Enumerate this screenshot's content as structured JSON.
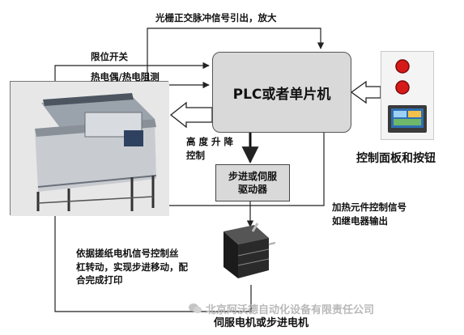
{
  "labels": {
    "plc_box": "PLC或者单片机",
    "driver_line1": "步进或伺服",
    "driver_line2": "驱动器",
    "orthogonal_signal": "光栅正交脉冲信号引出，放大",
    "limit_switch": "限位开关",
    "thermocouple": "热电偶/热电阻测",
    "height_line1": "高 度 升 降",
    "height_line2": "控制",
    "panel_buttons": "控制面板和按钮",
    "heating_line1": "加热元件控制信号",
    "heating_line2": "如继电器输出",
    "motor_note_line1": "依据搓纸电机信号控制丝",
    "motor_note_line2": "杠转动，实现步进移动，配",
    "motor_note_line3": "合完成打印",
    "motor_caption": "伺服电机或步进电机",
    "watermark": "北京阿沃德自动化设备有限责任公司"
  },
  "icons": {
    "watermark_logo": "wechat-icon",
    "printer": "printer-photo",
    "panel": "control-panel-photo",
    "motor": "stepper-motor-photo"
  },
  "colors": {
    "box_fill": "#d9d9d9",
    "line": "#222222",
    "indicator_red": "#d61a1a",
    "watermark": "#b9b9b9"
  }
}
